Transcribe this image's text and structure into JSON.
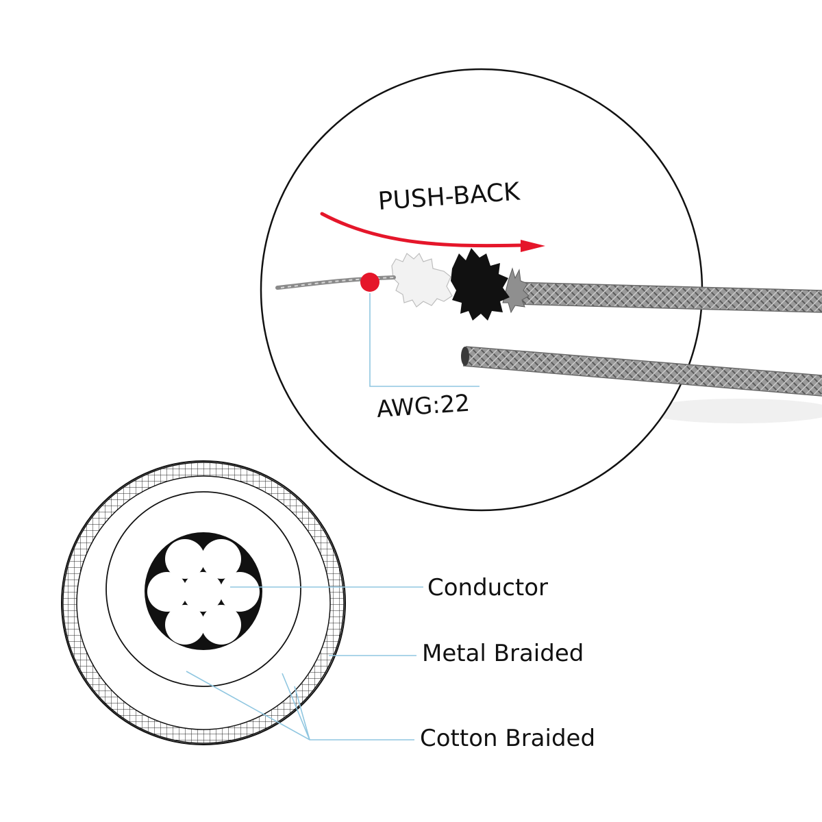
{
  "labels": {
    "push_back": "PUSH-BACK",
    "awg": "AWG:22",
    "conductor": "Conductor",
    "metal_braided": "Metal Braided",
    "cotton_braided": "Cotton Braided"
  },
  "colors": {
    "arrow": "#e5162a",
    "marker_dot": "#e5162a",
    "leader_line": "#8fc6e0",
    "outline": "#111111",
    "braid_sleeve": "#8a8a8a",
    "fiber_white": "#f2f2f2",
    "fiber_black": "#111111"
  },
  "cross_section": {
    "conductor_strands": 7
  }
}
